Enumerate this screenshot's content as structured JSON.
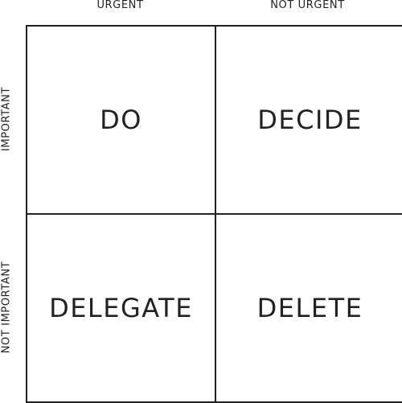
{
  "columns": {
    "urgent": "URGENT",
    "not_urgent": "NOT URGENT"
  },
  "rows": {
    "important": "IMPORTANT",
    "not_important": "NOT IMPORTANT"
  },
  "quadrants": {
    "top_left": "DO",
    "top_right": "DECIDE",
    "bottom_left": "DELEGATE",
    "bottom_right": "DELETE"
  },
  "colors": {
    "line": "#222222",
    "text": "#222222",
    "background": "#ffffff"
  }
}
